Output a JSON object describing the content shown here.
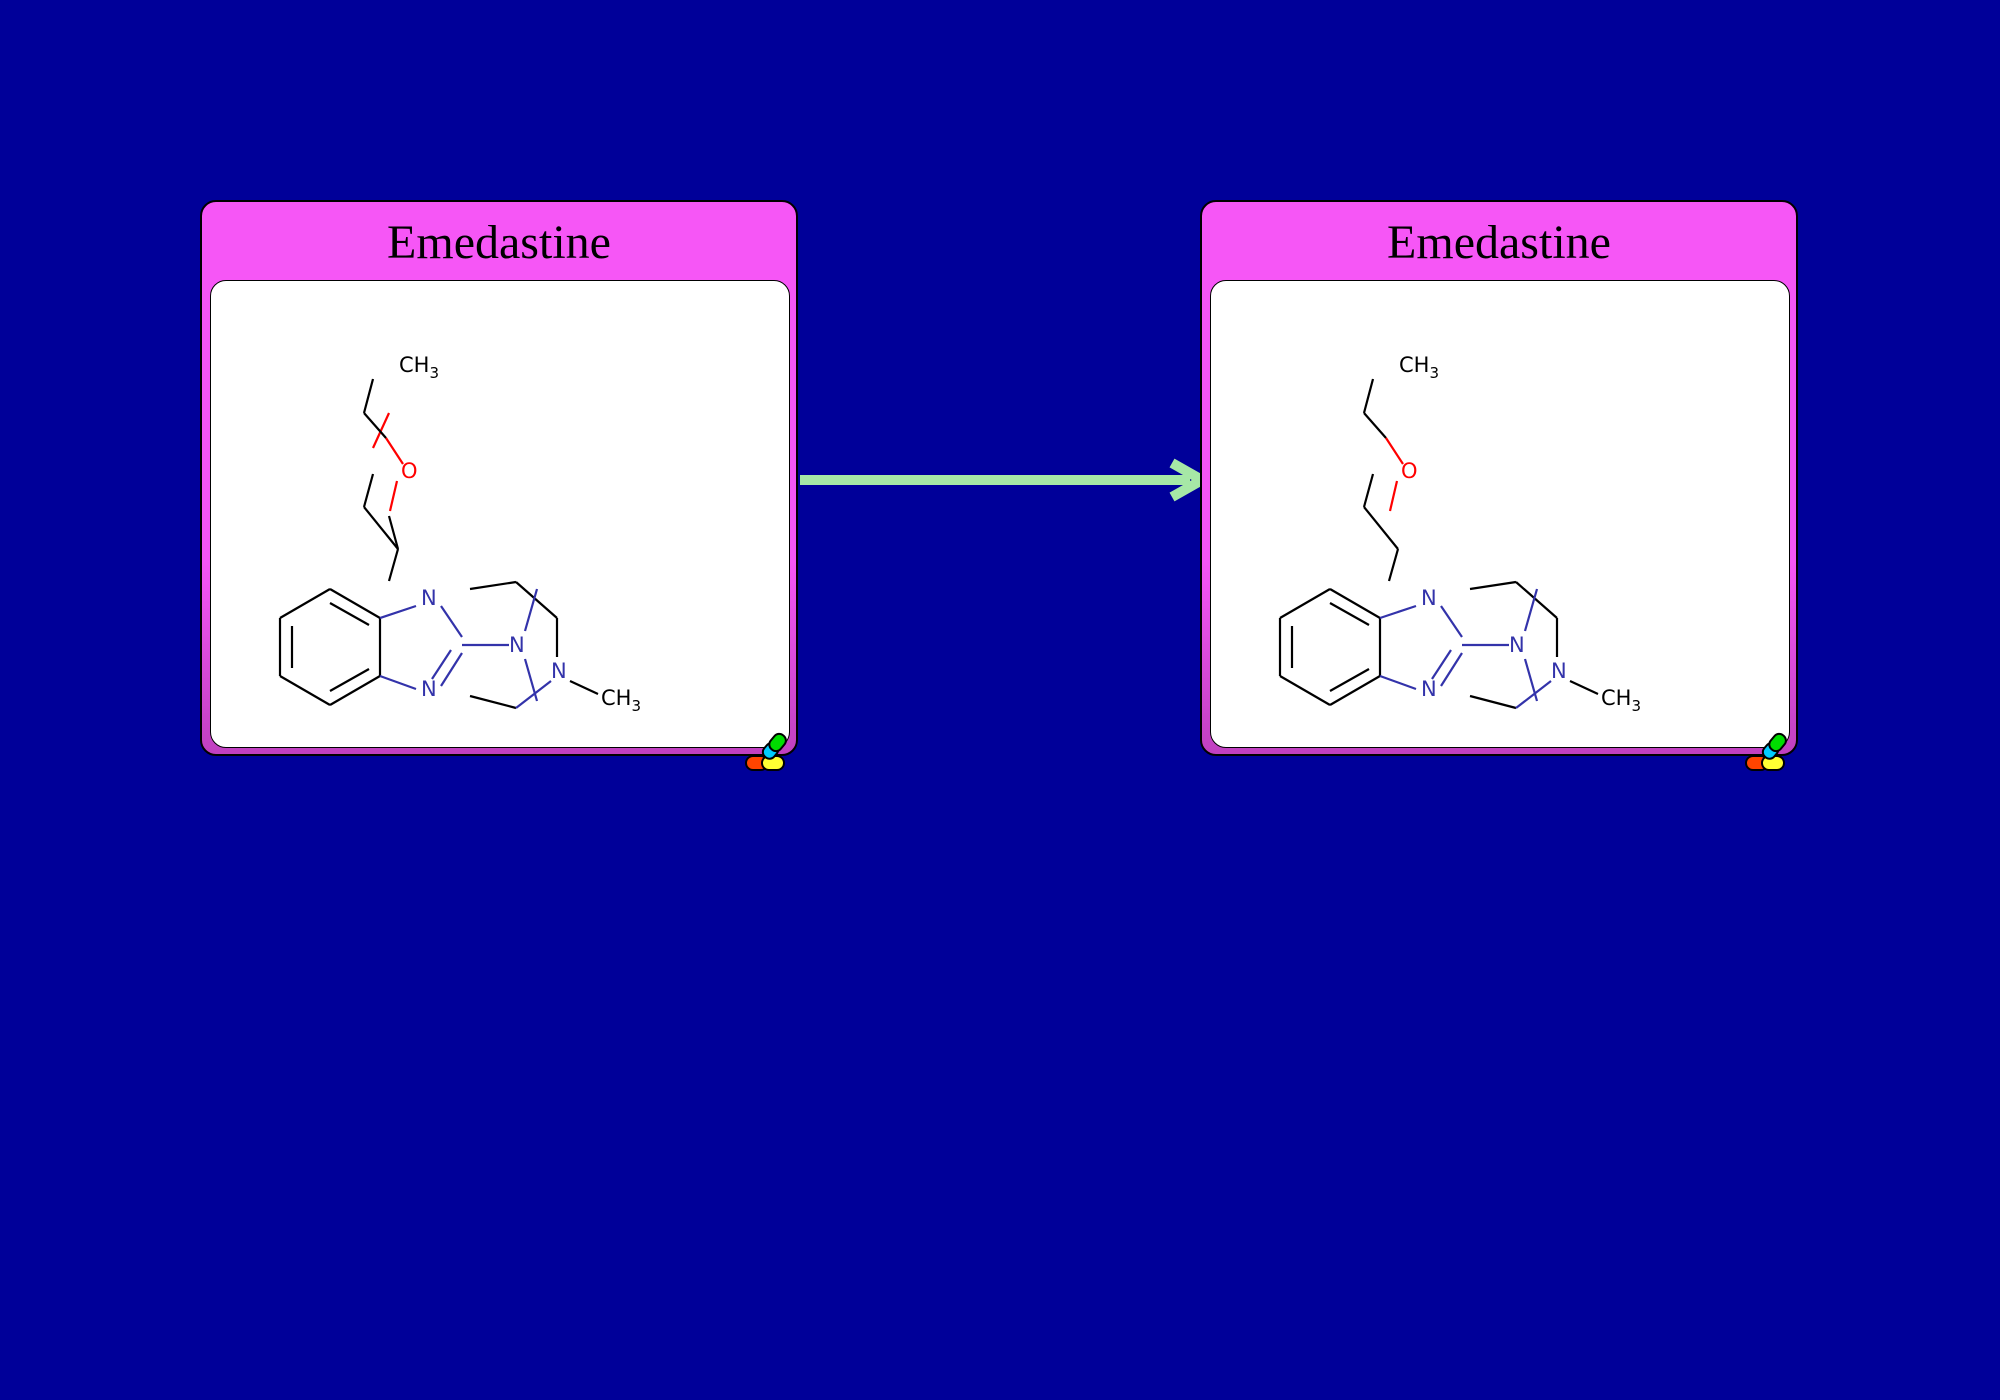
{
  "diagram": {
    "nodes": [
      {
        "id": "node-1",
        "title": "Emedastine",
        "atoms": {
          "ch3_top": "CH",
          "ch3_top_sub": "3",
          "o": "O",
          "n1": "N",
          "n3": "N",
          "n_az1": "N",
          "n_az4": "N",
          "ch3_right": "CH",
          "ch3_right_sub": "3"
        },
        "icon": "drug-capsules-icon"
      },
      {
        "id": "node-2",
        "title": "Emedastine",
        "atoms": {
          "ch3_top": "CH",
          "ch3_top_sub": "3",
          "o": "O",
          "n1": "N",
          "n3": "N",
          "n_az1": "N",
          "n_az4": "N",
          "ch3_right": "CH",
          "ch3_right_sub": "3"
        },
        "icon": "drug-capsules-icon"
      }
    ],
    "edges": [
      {
        "from": "node-1",
        "to": "node-2",
        "color": "#a6e8a6"
      }
    ]
  },
  "colors": {
    "background": "#000099",
    "card_fill": "#f656f6",
    "nitrogen": "#3333aa",
    "oxygen": "#ff0000",
    "edge": "#a6e8a6"
  }
}
